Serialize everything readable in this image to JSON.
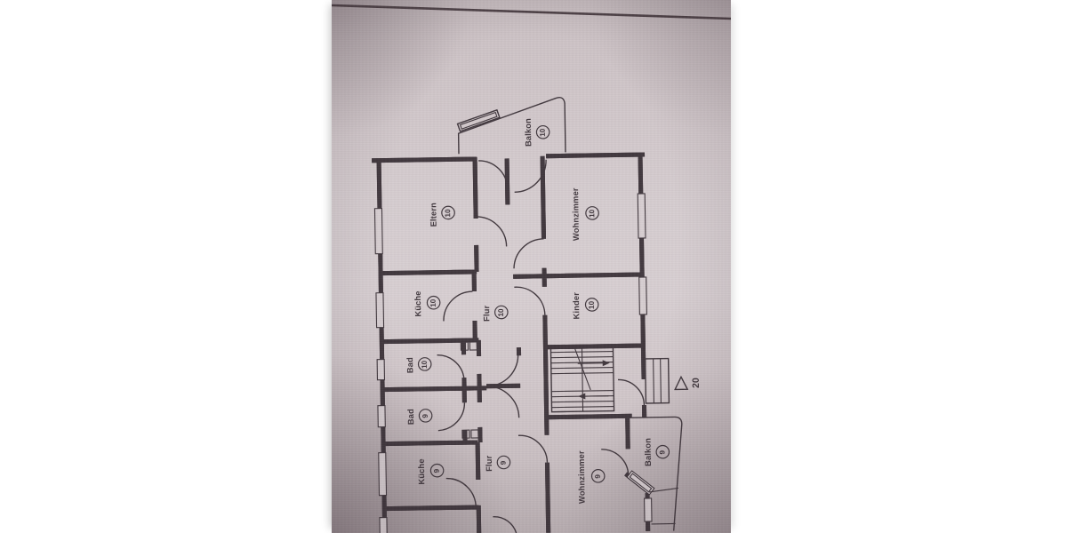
{
  "rooms": {
    "balkon10": {
      "name": "Balkon",
      "number": "10"
    },
    "eltern": {
      "name": "Eltern",
      "number": "10"
    },
    "wohnzimmer10": {
      "name": "Wohnzimmer",
      "number": "10"
    },
    "kueche10": {
      "name": "Küche",
      "number": "10"
    },
    "flur10": {
      "name": "Flur",
      "number": "10"
    },
    "kinder": {
      "name": "Kinder",
      "number": "10"
    },
    "bad10": {
      "name": "Bad",
      "number": "10"
    },
    "bad9": {
      "name": "Bad",
      "number": "9"
    },
    "kueche9": {
      "name": "Küche",
      "number": "9"
    },
    "flur9": {
      "name": "Flur",
      "number": "9"
    },
    "wohnzimmer9": {
      "name": "Wohnzimmer",
      "number": "9"
    },
    "balkon9": {
      "name": "Balkon",
      "number": "9"
    }
  },
  "entrance_marker": {
    "number": "20"
  },
  "colors": {
    "paper": "#d7ced1",
    "ink": "#41383e",
    "page": "#ffffff"
  }
}
